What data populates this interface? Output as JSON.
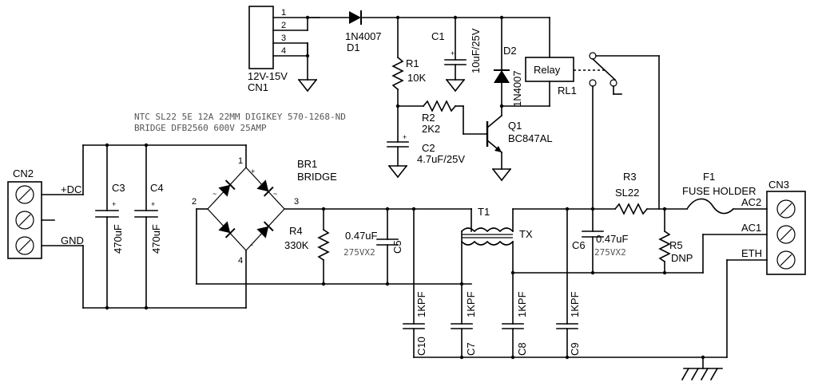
{
  "notes": {
    "line1": "NTC SL22 5E 12A 22MM DIGIKEY 570-1268-ND",
    "line2": "BRIDGE DFB2560  600V 25AMP"
  },
  "cn1": {
    "ref": "CN1",
    "value": "12V-15V",
    "pins": [
      "1",
      "2",
      "3",
      "4"
    ]
  },
  "d1": {
    "ref": "D1",
    "value": "1N4007"
  },
  "c1": {
    "ref": "C1",
    "value": "10uF/25V",
    "polarity": "+"
  },
  "d2": {
    "ref": "D2",
    "value": "1N4007"
  },
  "relay": {
    "ref": "RL1",
    "label": "Relay"
  },
  "r1": {
    "ref": "R1",
    "value": "10K"
  },
  "r2": {
    "ref": "R2",
    "value": "2K2"
  },
  "c2": {
    "ref": "C2",
    "value": "4.7uF/25V",
    "polarity": "+"
  },
  "q1": {
    "ref": "Q1",
    "value": "BC847AL"
  },
  "cn2": {
    "ref": "CN2",
    "pins": [
      "+DC",
      "GND"
    ]
  },
  "c3": {
    "ref": "C3",
    "value": "470uF",
    "polarity": "+"
  },
  "c4": {
    "ref": "C4",
    "value": "470uF",
    "polarity": "+"
  },
  "br1": {
    "ref": "BR1",
    "value": "BRIDGE",
    "pins": [
      "1",
      "2",
      "3",
      "4"
    ],
    "terminals": [
      "+",
      "~",
      "~",
      "-"
    ]
  },
  "r4": {
    "ref": "R4",
    "value": "330K"
  },
  "c5": {
    "ref": "C5",
    "value": "0.47uF",
    "rating": "275VX2"
  },
  "t1": {
    "ref": "T1",
    "value": "TX"
  },
  "c6": {
    "ref": "C6",
    "value": "0.47uF",
    "rating": "275VX2"
  },
  "r3": {
    "ref": "R3",
    "value": "SL22"
  },
  "f1": {
    "ref": "F1",
    "value": "FUSE HOLDER"
  },
  "r5": {
    "ref": "R5",
    "value": "DNP"
  },
  "cn3": {
    "ref": "CN3",
    "pins": [
      "AC2",
      "AC1",
      "ETH"
    ]
  },
  "caps_1kpf": [
    {
      "ref": "C10",
      "value": "1KPF"
    },
    {
      "ref": "C7",
      "value": "1KPF"
    },
    {
      "ref": "C8",
      "value": "1KPF"
    },
    {
      "ref": "C9",
      "value": "1KPF"
    }
  ]
}
